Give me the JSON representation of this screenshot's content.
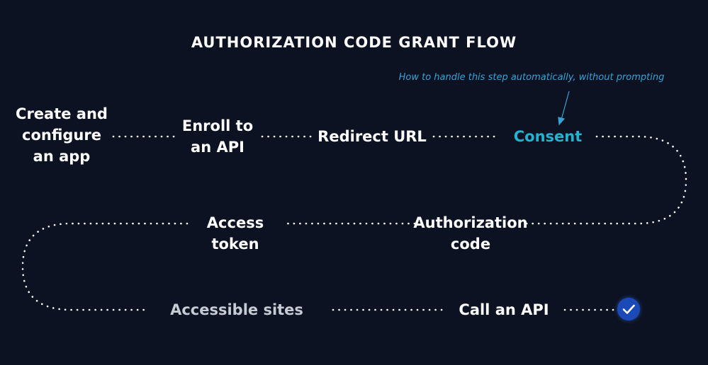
{
  "title": "AUTHORIZATION CODE GRANT FLOW",
  "annotation": "How to handle this step automatically, without prompting",
  "steps": [
    {
      "label": "Create and\nconfigure\nan app"
    },
    {
      "label": "Enroll to\nan API"
    },
    {
      "label": "Redirect URL"
    },
    {
      "label": "Consent"
    },
    {
      "label": "Authorization\ncode"
    },
    {
      "label": "Access\ntoken"
    },
    {
      "label": "Accessible sites"
    },
    {
      "label": "Call an API"
    }
  ],
  "colors": {
    "background": "#0c1222",
    "text": "#ffffff",
    "highlight": "#22b3d0",
    "annotation": "#36a2d6",
    "muted": "#c7ccd4",
    "badge": "#1b49b8"
  },
  "icons": {
    "annotation_pointer": "arrow-down-icon",
    "completion": "check-icon"
  }
}
